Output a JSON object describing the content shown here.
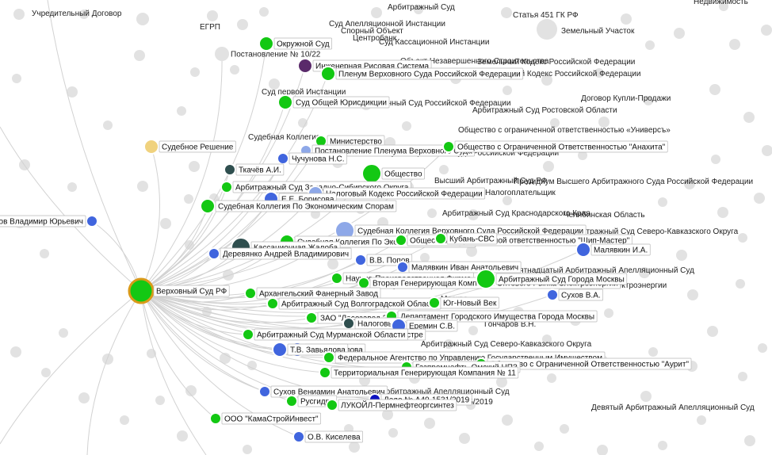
{
  "colors": {
    "court": "#13c813",
    "person": "#4065de",
    "person_light": "#8ea8e8",
    "decision": "#f0d27e",
    "dark": "#2f4f4f",
    "purple": "#5a2a6a",
    "navy": "#0d12c0",
    "hub_ring": "#d99a18",
    "background_node": "#e2e2e2",
    "edge": "#d2d2d2"
  },
  "plain_labels": [
    "Учредительный Договор",
    "ЕГРП",
    "Арбитражный Суд",
    "Статья 451 ГК РФ",
    "Недвижимость",
    "Суд Апелляционной Инстанции",
    "Спорный Объект",
    "Центробанк",
    "Земельный Участок",
    "Суд Кассационной Инстанции",
    "Объект Незавершенного Строительства",
    "Земельный Кодекс Российской Федерации",
    "Гражданский Кодекс Российской Федерации",
    "Суд первой Инстанции",
    "Договор Купли-Продажи",
    "Арбитражный Суд Ростовской Области",
    "Судебная Коллегия",
    "Общество с ограниченной ответственностью «Универсъ»",
    "Высший Арбитражный Суд РФ",
    "Президиум Высшего Арбитражного Суда Российской Федерации",
    "Налогоплательщик",
    "Арбитражный Суд Краснодарского Края",
    "Челябинская Область",
    "Арбитражный Суд Северо-Кавказского Округа",
    "Пятнадцатый Арбитражный Апелляционный Суд",
    "Москва",
    "Гончаров В.Н.",
    "Арбитражный Суд Северо-Кавказского Округа",
    "Девятый Арбитражный Апелляционный Суд",
    "Дело № А56-15875/2019",
    "Й Арбитражный Апелляционный Суд",
    "Конституционный Суд Российской Федерации",
    "Постановление Пленума Верховного Суда Российской Федерации",
    "Министерство Юстиции",
    "Федеральное Агентство по Управлению Государственным Имуществом",
    "Юг-Новый Век",
    "Общество с ограниченной ответственностью Оптового Рынка Электроэнергии"
  ],
  "nodes": [
    {
      "id": "hub",
      "label": "Верховный Суд РФ",
      "type": "court",
      "size": "hub"
    },
    {
      "id": "okr",
      "label": "Окружной Суд",
      "type": "court",
      "size": "m"
    },
    {
      "id": "post1022",
      "label": "Постановление № 10/22",
      "type": "none",
      "size": "s"
    },
    {
      "id": "ris",
      "label": "Инженерная Рисовая Система",
      "type": "purple",
      "size": "m"
    },
    {
      "id": "plenum",
      "label": "Пленум Верховного Суда Российской Федерации",
      "type": "court",
      "size": "m"
    },
    {
      "id": "ksrf",
      "label": "Суд Общей Юрисдикции",
      "type": "court",
      "size": "m"
    },
    {
      "id": "minist",
      "label": "Министерство",
      "type": "court",
      "size": "s"
    },
    {
      "id": "postpl",
      "label": "Постановление Пленума Верховного Суда",
      "type": "person_light",
      "size": "s"
    },
    {
      "id": "anahita",
      "label": "Общество с Ограниченной Ответственностью \"Анахита\"",
      "type": "court",
      "size": "s"
    },
    {
      "id": "sudresh",
      "label": "Судебное Решение",
      "type": "decision",
      "size": "m"
    },
    {
      "id": "chuch",
      "label": "Чучунова Н.С.",
      "type": "person",
      "size": "s"
    },
    {
      "id": "tkach",
      "label": "Ткачёв А.И.",
      "type": "dark",
      "size": "s"
    },
    {
      "id": "obsh",
      "label": "Общество",
      "type": "court",
      "size": "l"
    },
    {
      "id": "aszso",
      "label": "Арбитражный Суд Западно-Сибирского Округа",
      "type": "court",
      "size": "s"
    },
    {
      "id": "nkrf",
      "label": "Налоговый Кодекс Российской Федерации",
      "type": "person_light",
      "size": "m"
    },
    {
      "id": "bog",
      "label": "Е.Е. Борисова",
      "type": "person",
      "size": "m"
    },
    {
      "id": "skes",
      "label": "Судебная Коллегия По Экономическим Спорам",
      "type": "court",
      "size": "m"
    },
    {
      "id": "alash",
      "label": "Алашников Владимир Юрьевич",
      "type": "person",
      "size": "s"
    },
    {
      "id": "sksvs",
      "label": "Судебная Коллегия Верховного Суда Российской Федерации",
      "type": "person_light",
      "size": "l"
    },
    {
      "id": "sk2",
      "label": "Судебная Коллегия По Экономическим Спорам",
      "type": "court",
      "size": "m"
    },
    {
      "id": "obshch2",
      "label": "Общество с ограниченной ответственностью \"Шип-Мастер\"",
      "type": "court",
      "size": "s"
    },
    {
      "id": "kuban",
      "label": "Кубань-СВС",
      "type": "court",
      "size": "s"
    },
    {
      "id": "kassj",
      "label": "Кассационная Жалоба",
      "type": "dark",
      "size": "l"
    },
    {
      "id": "derev",
      "label": "Деревянко Андрей Владимирович",
      "type": "person",
      "size": "s"
    },
    {
      "id": "popov",
      "label": "В.В. Попов",
      "type": "person",
      "size": "s"
    },
    {
      "id": "malyI",
      "label": "Малявкин Иван Анатольевич",
      "type": "person",
      "size": "s"
    },
    {
      "id": "malya",
      "label": "Малявкин И.А.",
      "type": "person",
      "size": "m"
    },
    {
      "id": "nauchp",
      "label": "Научно-Производственная Фирма",
      "type": "court",
      "size": "s"
    },
    {
      "id": "vtgen",
      "label": "Вторая Генерирующая Компания Оптового Рынка Электроэнергии",
      "type": "court",
      "size": "s"
    },
    {
      "id": "asgm",
      "label": "Арбитражный Суд Города Москвы",
      "type": "court",
      "size": "l"
    },
    {
      "id": "suhov",
      "label": "Сухов В.А.",
      "type": "person",
      "size": "s"
    },
    {
      "id": "arkh",
      "label": "Архангельский Фанерный Завод",
      "type": "court",
      "size": "s"
    },
    {
      "id": "asvo",
      "label": "Арбитражный Суд Волгоградской Области",
      "type": "court",
      "size": "s"
    },
    {
      "id": "yugnv",
      "label": "Юг-Новый Век",
      "type": "court",
      "size": "s"
    },
    {
      "id": "zao",
      "label": "ЗАО \"Лесозавод 25\"",
      "type": "court",
      "size": "s"
    },
    {
      "id": "dgim",
      "label": "Департамент Городского Имущества Города Москвы",
      "type": "court",
      "size": "s"
    },
    {
      "id": "nalog",
      "label": "Налоговый Орган",
      "type": "dark",
      "size": "s"
    },
    {
      "id": "eremin",
      "label": "Еремин С.В.",
      "type": "person",
      "size": "m"
    },
    {
      "id": "zakon",
      "label": "Закон о Кадастре",
      "type": "person_light",
      "size": "s"
    },
    {
      "id": "asmo",
      "label": "Арбитражный Суд Мурманской Области",
      "type": "court",
      "size": "s"
    },
    {
      "id": "zav",
      "label": "Т.В. Завьялова",
      "type": "person",
      "size": "m"
    },
    {
      "id": "p2",
      "label": "Т.В. Завьялова",
      "type": "person",
      "size": "m"
    },
    {
      "id": "fagu",
      "label": "Федеральное Агентство по Управлению Государственным Имуществом",
      "type": "court",
      "size": "s"
    },
    {
      "id": "aurit",
      "label": "Общество с Ограниченной Ответственностью \"Аурит\"",
      "type": "court",
      "size": "s"
    },
    {
      "id": "gazp",
      "label": "Газпромнефть-Омский НПЗ",
      "type": "court",
      "size": "s"
    },
    {
      "id": "terr",
      "label": "Территориальная Генерирующая Компания № 11",
      "type": "court",
      "size": "s"
    },
    {
      "id": "suhovV",
      "label": "Сухов Вениамин Анатольевич",
      "type": "person",
      "size": "s"
    },
    {
      "id": "rusgid",
      "label": "Русгидро",
      "type": "court",
      "size": "s"
    },
    {
      "id": "delo",
      "label": "Дело № А40-1531/2019",
      "type": "navy",
      "size": "s"
    },
    {
      "id": "lukoil",
      "label": "ЛУКОЙЛ-Пермнефтеоргсинтез",
      "type": "court",
      "size": "s"
    },
    {
      "id": "kams",
      "label": "ООО \"КамаСтройИнвест\"",
      "type": "court",
      "size": "s"
    },
    {
      "id": "kisel",
      "label": "О.В. Киселева",
      "type": "person",
      "size": "s"
    }
  ]
}
